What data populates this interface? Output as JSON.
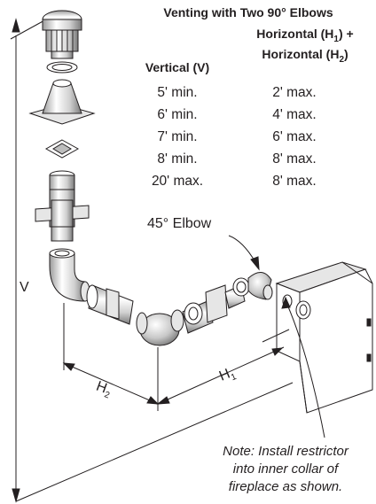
{
  "title": "Venting with Two 90° Elbows",
  "columns": {
    "vertical": "Vertical (V)",
    "horizontal_line1": "Horizontal (H",
    "horizontal_line1_sub": "1",
    "horizontal_line1_end": ") +",
    "horizontal_line2": "Horizontal (H",
    "horizontal_line2_sub": "2",
    "horizontal_line2_end": ")"
  },
  "rows": [
    {
      "vertical": "5' min.",
      "horizontal": "2' max."
    },
    {
      "vertical": "6' min.",
      "horizontal": "4' max."
    },
    {
      "vertical": "7' min.",
      "horizontal": "6' max."
    },
    {
      "vertical": "8' min.",
      "horizontal": "8' max."
    },
    {
      "vertical": "20' max.",
      "horizontal": "8' max."
    }
  ],
  "labels": {
    "elbow45": "45° Elbow",
    "v": "V",
    "h": "H",
    "h1_sub": "1",
    "h2_sub": "2"
  },
  "note": {
    "line1": "Note: Install restrictor",
    "line2": "into inner collar of",
    "line3": "fireplace as shown."
  },
  "colors": {
    "ink": "#231f20",
    "fill_light": "#e6e6e6",
    "fill_mid": "#bdbdbd",
    "fill_dark": "#8a8a8a"
  }
}
